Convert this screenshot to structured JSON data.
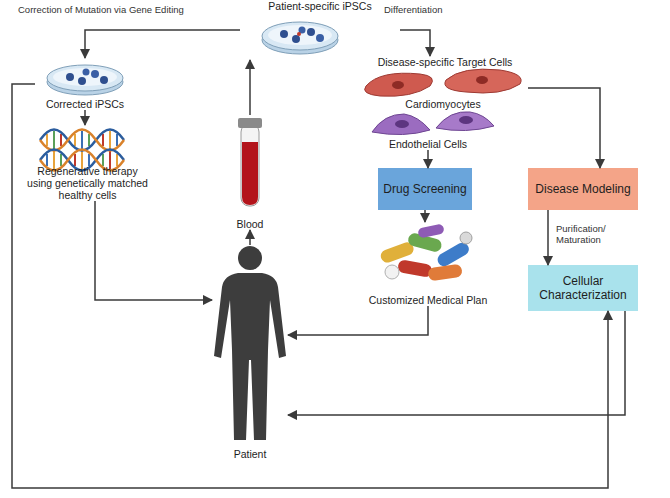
{
  "diagram": {
    "nodes": [
      {
        "text": [
          "Patient-specific iPSCs"
        ]
      },
      {
        "text": [
          "Corrected iPSCs"
        ]
      },
      {
        "text": [
          "Disease-specific Target Cells"
        ]
      },
      {
        "text": [
          "Cardiomyocytes"
        ],
        "in": 2
      },
      {
        "text": [
          "Endothelial Cells"
        ],
        "in": 2
      },
      {
        "text": [
          "Blood"
        ]
      },
      {
        "text": [
          "Regenerative therapy using genetically matched healthy cells"
        ]
      },
      {
        "text": [
          "Drug Screening"
        ]
      },
      {
        "text": [
          "Disease Modeling"
        ]
      },
      {
        "text": [
          "Customized Medical Plan"
        ]
      },
      {
        "text": [
          "Cellular Characterization"
        ]
      },
      {
        "text": [
          "Patient"
        ]
      }
    ],
    "edges": [
      {
        "from": 0,
        "to": 1,
        "arrow": "to",
        "label": "Correction of Mutation via Gene Editing"
      },
      {
        "from": 0,
        "to": 2,
        "arrow": "to",
        "label": "Differentiation"
      },
      {
        "from": 11,
        "to": 5,
        "arrow": "to"
      },
      {
        "from": 5,
        "to": 0,
        "arrow": "to"
      },
      {
        "from": 1,
        "to": 6,
        "arrow": "to"
      },
      {
        "from": 6,
        "to": 11,
        "arrow": "to"
      },
      {
        "from": 4,
        "to": 7,
        "arrow": "to"
      },
      {
        "from": 3,
        "to": 8,
        "arrow": "to"
      },
      {
        "from": 7,
        "to": 9,
        "arrow": "to"
      },
      {
        "from": 9,
        "to": 11,
        "arrow": "to"
      },
      {
        "from": 8,
        "to": 10,
        "arrow": "to",
        "label": "Purification/ Maturation"
      },
      {
        "from": 10,
        "to": 11,
        "arrow": "to"
      },
      {
        "from": 1,
        "to": 10,
        "arrow": "to"
      }
    ]
  }
}
